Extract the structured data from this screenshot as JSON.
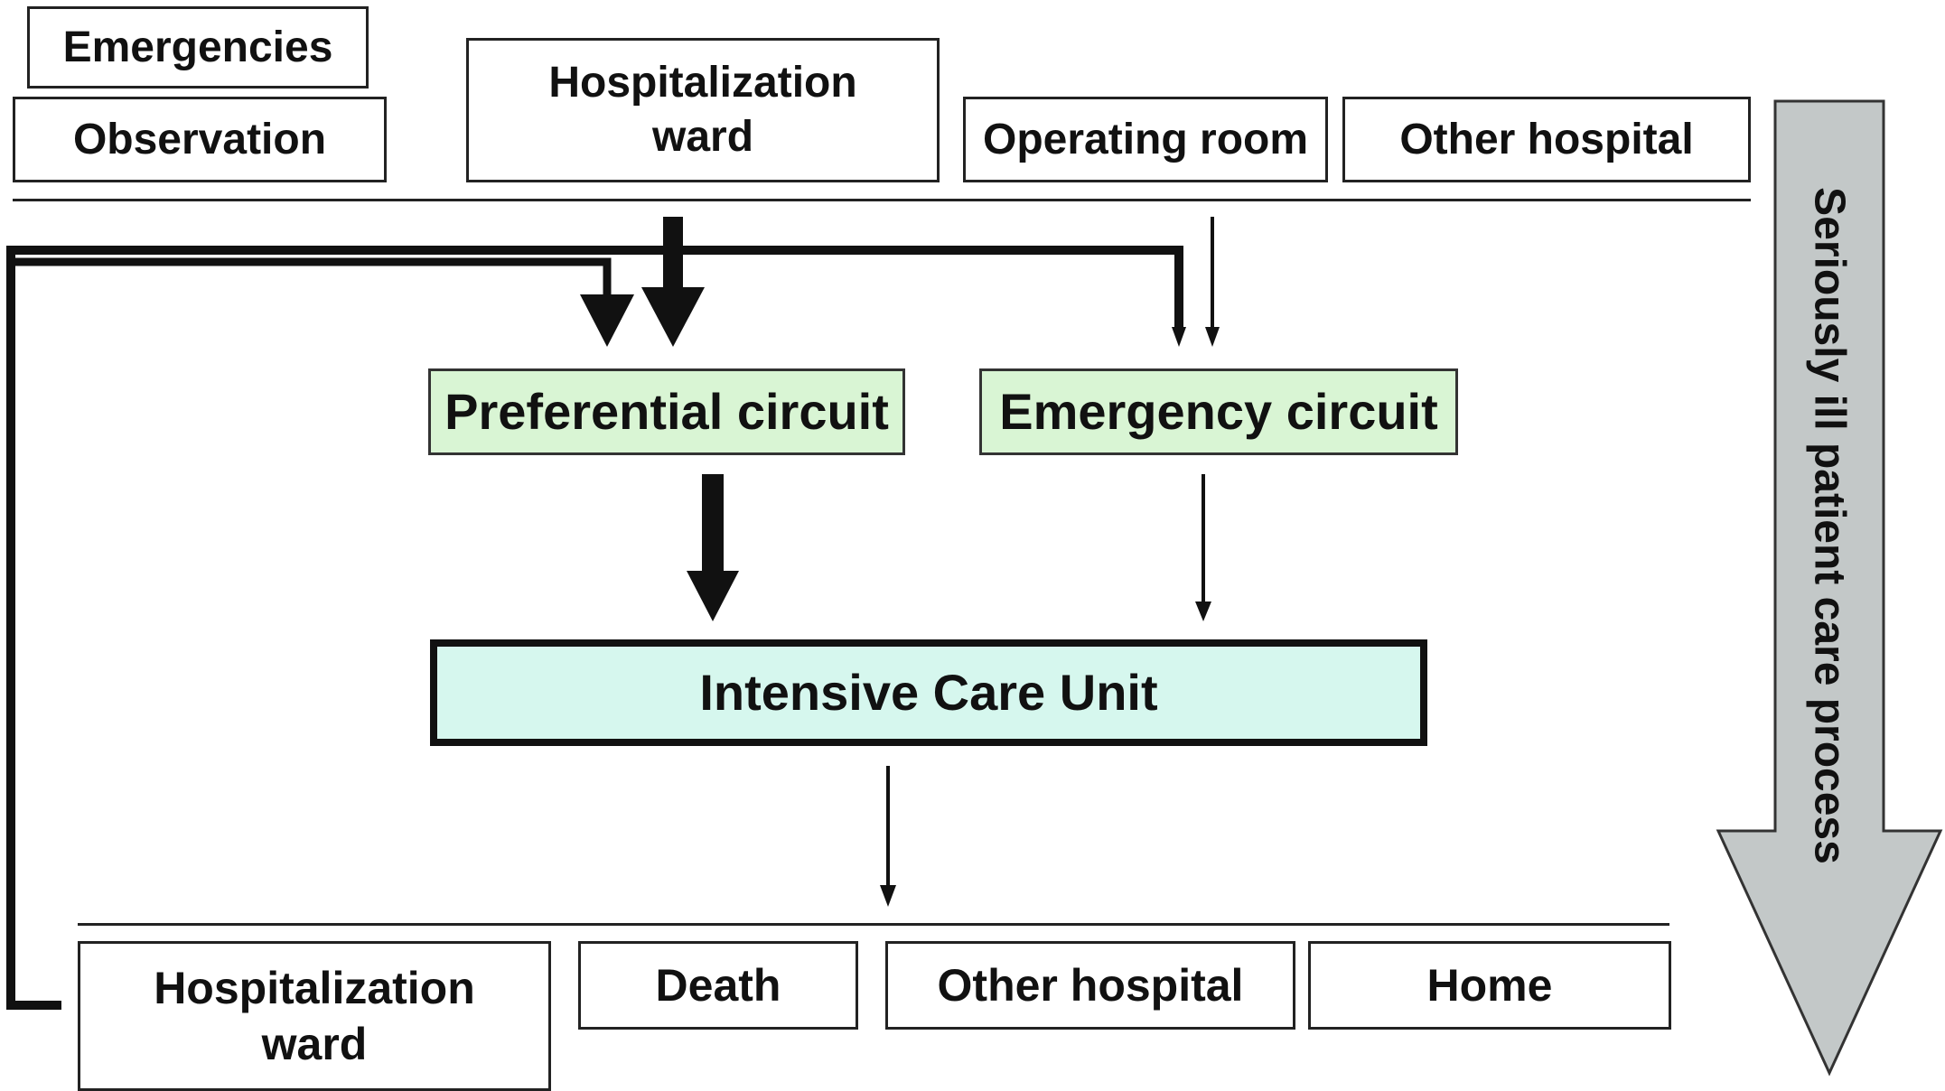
{
  "sources": {
    "emergencies": "Emergencies",
    "observation": "Observation",
    "hospitalization_ward": "Hospitalization ward",
    "operating_room": "Operating room",
    "other_hospital": "Other hospital"
  },
  "circuits": {
    "preferential": "Preferential circuit",
    "emergency": "Emergency circuit"
  },
  "icu": "Intensive Care Unit",
  "destinations": {
    "hospitalization_ward": "Hospitalization ward",
    "death": "Death",
    "other_hospital": "Other hospital",
    "home": "Home"
  },
  "process_label": "Seriously ill patient care process",
  "colors": {
    "circuit_fill": "#d9f5d4",
    "icu_fill": "#d6f7ee",
    "process_arrow_fill": "#c3c8c8"
  }
}
